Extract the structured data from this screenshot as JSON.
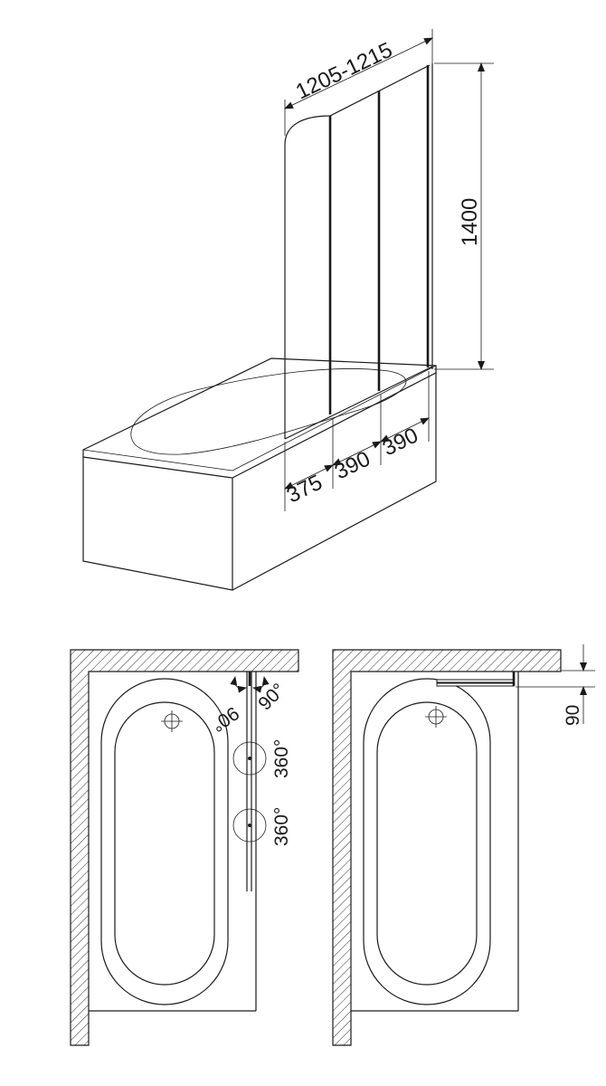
{
  "perspective_view": {
    "width_label": "1205-1215",
    "height_label": "1400",
    "panel_widths": [
      "375",
      "390",
      "390"
    ]
  },
  "plan_view_open": {
    "angle_labels": [
      "90°",
      "90°",
      "360°",
      "360°"
    ]
  },
  "plan_view_folded": {
    "offset_label": "90"
  },
  "colors": {
    "line": "#1a1a1a",
    "background": "#ffffff"
  }
}
